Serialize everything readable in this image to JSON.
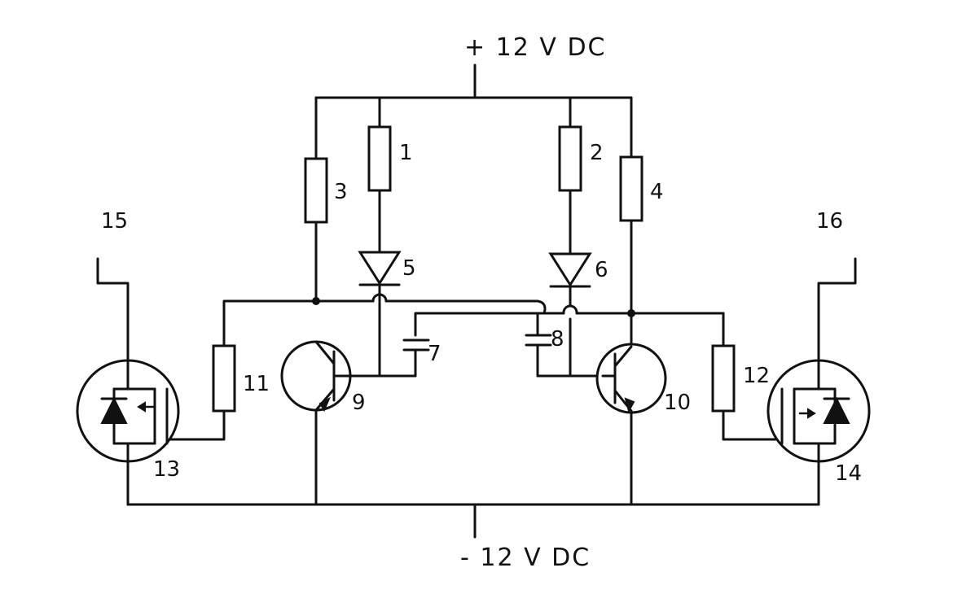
{
  "supply": {
    "positive_label": "+ 12 V DC",
    "negative_label": "- 12 V DC"
  },
  "components": {
    "r1": "1",
    "r2": "2",
    "r3": "3",
    "r4": "4",
    "d5": "5",
    "d6": "6",
    "c7": "7",
    "c8": "8",
    "q9": "9",
    "q10": "10",
    "r11": "11",
    "r12": "12",
    "m13": "13",
    "m14": "14",
    "out15": "15",
    "out16": "16"
  }
}
